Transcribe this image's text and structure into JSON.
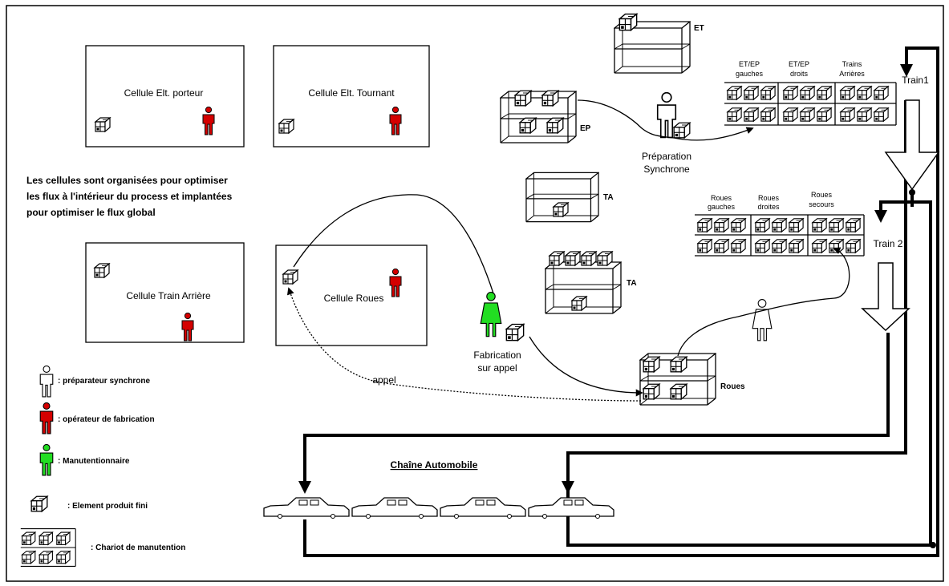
{
  "cells": {
    "porteur": "Cellule Elt. porteur",
    "tournant": "Cellule Elt. Tournant",
    "train_arriere": "Cellule Train Arrière",
    "roues": "Cellule Roues"
  },
  "intro_text": [
    "Les cellules sont organisées pour optimiser",
    "les flux à l'intérieur du process et implantées",
    "pour optimiser le flux global"
  ],
  "shelves": {
    "et": "ET",
    "ep": "EP",
    "ta1": "TA",
    "ta2": "TA",
    "roues": "Roues"
  },
  "rack1_columns": [
    [
      "ET/EP",
      "gauches"
    ],
    [
      "ET/EP",
      "droits"
    ],
    [
      "Trains",
      "Arrières"
    ]
  ],
  "rack2_columns": [
    [
      "Roues",
      "gauches"
    ],
    [
      "Roues",
      "droites"
    ],
    [
      "Roues",
      "secours"
    ]
  ],
  "trains": {
    "train1": "Train1",
    "train2": "Train 2"
  },
  "preparation": [
    "Préparation",
    "Synchrone"
  ],
  "fabrication": [
    "Fabrication",
    "sur appel"
  ],
  "appel": "appel",
  "chain_title": "Chaîne Automobile",
  "legend": [
    {
      "icon": "white-person-icon",
      "label": ": préparateur synchrone"
    },
    {
      "icon": "red-person-icon",
      "label": ": opérateur de fabrication"
    },
    {
      "icon": "green-person-icon",
      "label": ": Manutentionnaire"
    },
    {
      "icon": "box-icon",
      "label": ": Element produit fini"
    },
    {
      "icon": "cart-icon",
      "label": ": Chariot de manutention"
    }
  ],
  "colors": {
    "operator": "#d40000",
    "handler": "#22dd22",
    "line": "#000000"
  }
}
